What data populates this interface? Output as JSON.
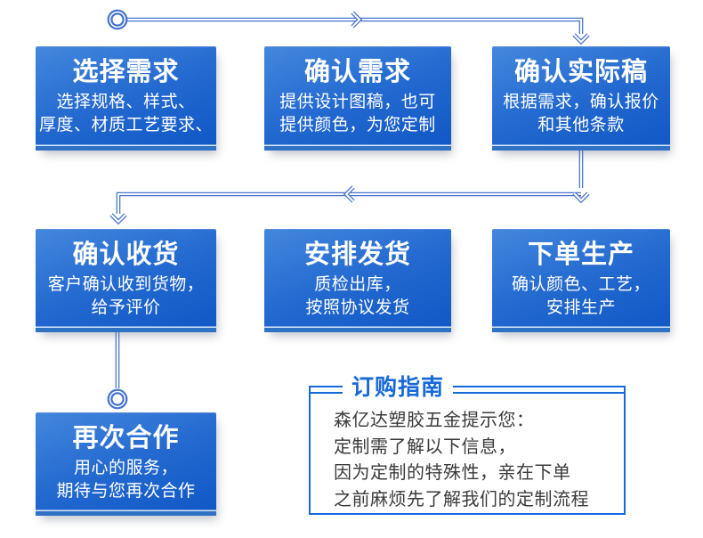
{
  "colors": {
    "card_blue_top": "#4387dd",
    "card_blue_bottom": "#1156c6",
    "card_bottom_strip": "#2f72c5",
    "connector_blue": "#4573cf",
    "guide_accent": "#1569d9",
    "guide_text": "#3b3b3b",
    "card_text": "#ffffff"
  },
  "steps": [
    {
      "title": "选择需求",
      "line1": "选择规格、样式、",
      "line2": "厚度、材质工艺要求、"
    },
    {
      "title": "确认需求",
      "line1": "提供设计图稿，也可",
      "line2": "提供颜色，为您定制"
    },
    {
      "title": "确认实际稿",
      "line1": "根据需求，确认报价",
      "line2": "和其他条款"
    },
    {
      "title": "确认收货",
      "line1": "客户确认收到货物，",
      "line2": "给予评价"
    },
    {
      "title": "安排发货",
      "line1": "质检出库，",
      "line2": "按照协议发货"
    },
    {
      "title": "下单生产",
      "line1": "确认颜色、工艺，",
      "line2": "安排生产"
    },
    {
      "title": "再次合作",
      "line1": "用心的服务，",
      "line2": "期待与您再次合作"
    }
  ],
  "guide": {
    "title": "订购指南",
    "lines": [
      "森亿达塑胶五金提示您：",
      "定制需了解以下信息，",
      "因为定制的特殊性，亲在下单",
      "之前麻烦先了解我们的定制流程"
    ]
  }
}
